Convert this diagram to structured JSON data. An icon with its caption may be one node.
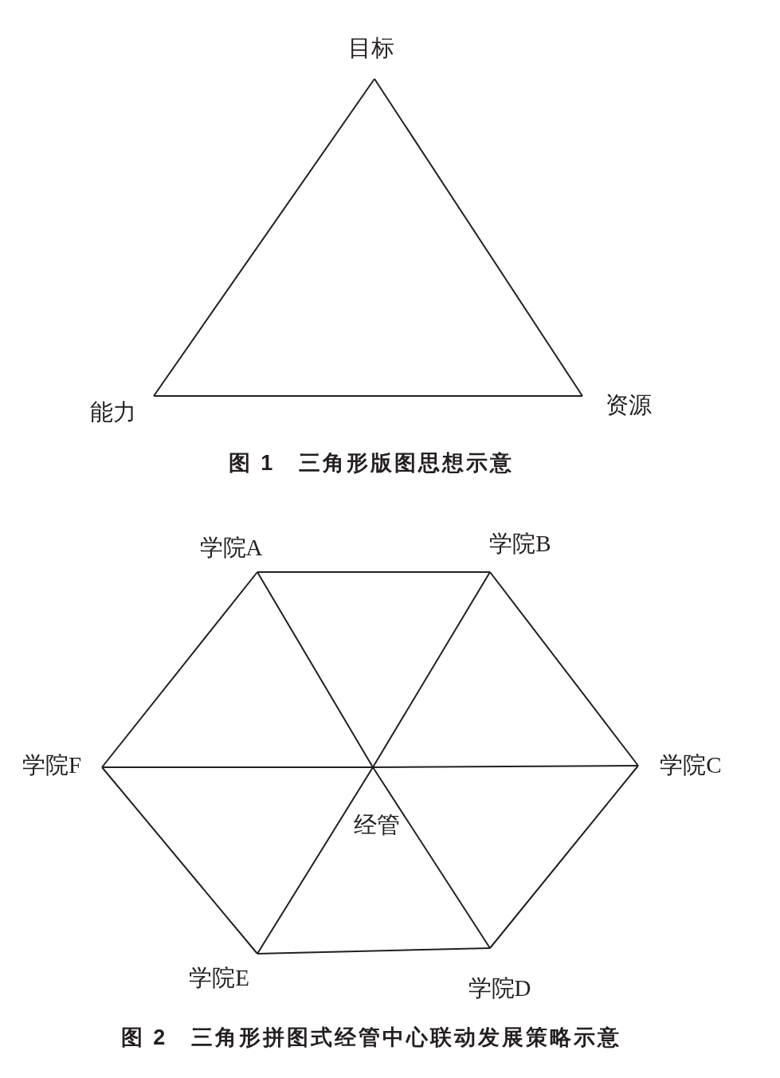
{
  "diagram": {
    "nodes": [
      {
        "text": [
          "目标"
        ]
      },
      {
        "text": [
          "能力"
        ]
      },
      {
        "text": [
          "资源"
        ]
      },
      {
        "text": [
          "学院A"
        ]
      },
      {
        "text": [
          "学院B"
        ]
      },
      {
        "text": [
          "学院F"
        ]
      },
      {
        "text": [
          "学院C"
        ]
      },
      {
        "text": [
          "学院E"
        ]
      },
      {
        "text": [
          "学院D"
        ]
      }
    ],
    "edges": [
      {
        "from": 0,
        "to": 1,
        "arrow": "none"
      },
      {
        "from": 1,
        "to": 2,
        "arrow": "none"
      },
      {
        "from": 2,
        "to": 0,
        "arrow": "none"
      },
      {
        "from": 3,
        "to": 4,
        "arrow": "none"
      },
      {
        "from": 4,
        "to": 6,
        "arrow": "none"
      },
      {
        "from": 6,
        "to": 8,
        "arrow": "none"
      },
      {
        "from": 8,
        "to": 7,
        "arrow": "none"
      },
      {
        "from": 7,
        "to": 5,
        "arrow": "none"
      },
      {
        "from": 5,
        "to": 3,
        "arrow": "none"
      },
      {
        "from": 3,
        "to": 8,
        "arrow": "none"
      },
      {
        "from": 4,
        "to": 7,
        "arrow": "none"
      },
      {
        "from": 5,
        "to": 6,
        "arrow": "none"
      }
    ],
    "labels": [
      "图 1　三角形版图思想示意",
      "经管",
      "图 2　三角形拼图式经管中心联动发展策略示意"
    ]
  }
}
